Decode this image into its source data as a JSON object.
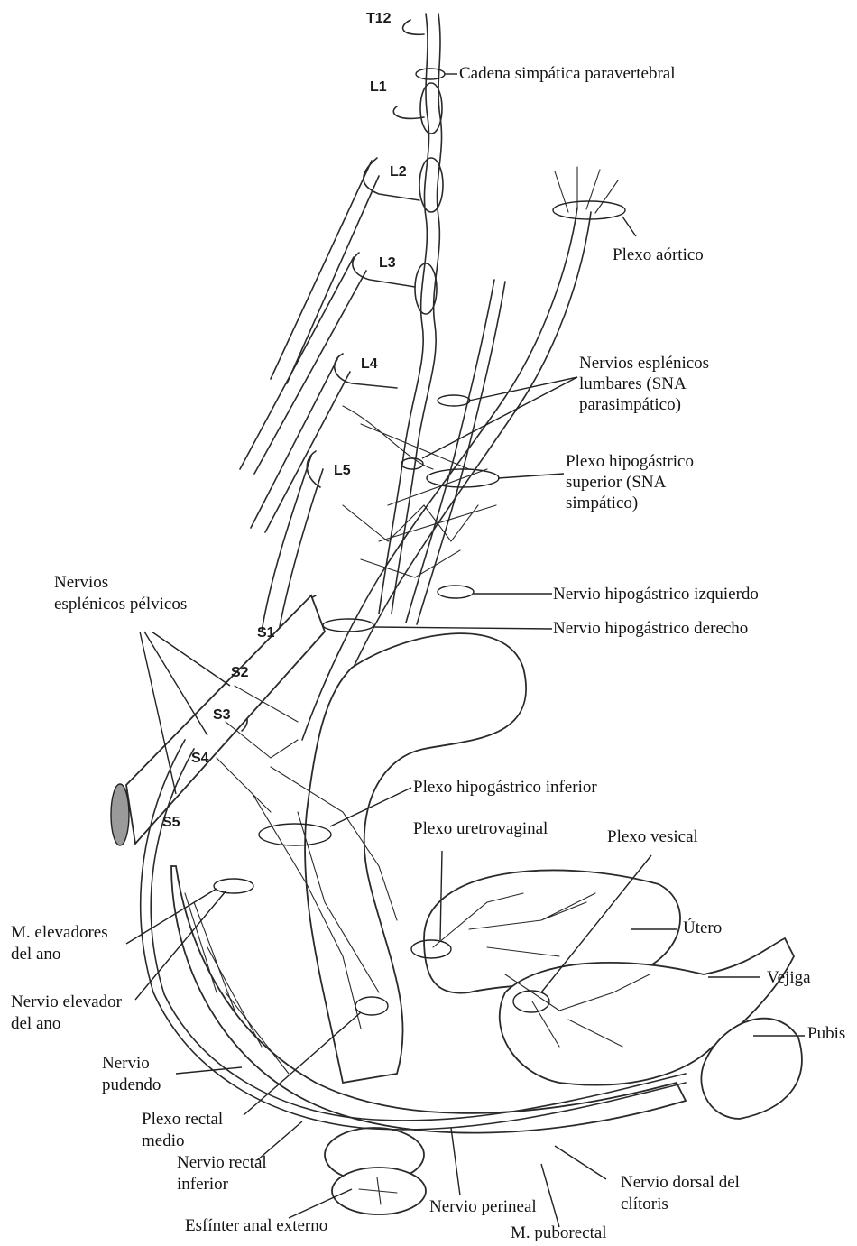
{
  "segments": {
    "t12": "T12",
    "l1": "L1",
    "l2": "L2",
    "l3": "L3",
    "l4": "L4",
    "l5": "L5",
    "s1": "S1",
    "s2": "S2",
    "s3": "S3",
    "s4": "S4",
    "s5": "S5"
  },
  "labels": {
    "cadena": "Cadena simpática paravertebral",
    "plexo_aortico": "Plexo aórtico",
    "esplenicos_lumbares": [
      "Nervios esplénicos",
      "lumbares (SNA",
      "parasimpático)"
    ],
    "hipogastrico_superior": [
      "Plexo hipogástrico",
      "superior (SNA",
      "simpático)"
    ],
    "esplenicos_pelvicos": [
      "Nervios",
      "esplénicos pélvicos"
    ],
    "hipogastrico_izquierdo": "Nervio hipogástrico izquierdo",
    "hipogastrico_derecho": "Nervio hipogástrico derecho",
    "hipogastrico_inferior": "Plexo hipogástrico inferior",
    "uretrovaginal": "Plexo uretrovaginal",
    "vesical": "Plexo vesical",
    "utero": "Útero",
    "vejiga": "Vejiga",
    "pubis": "Pubis",
    "elevadores": [
      "M. elevadores",
      "del ano"
    ],
    "nervio_elevador": [
      "Nervio elevador",
      "del ano"
    ],
    "pudendo": [
      "Nervio",
      "pudendo"
    ],
    "rectal_medio": [
      "Plexo rectal",
      "medio"
    ],
    "rectal_inferior": [
      "Nervio rectal",
      "inferior"
    ],
    "esfinter": "Esfínter anal externo",
    "perineal": "Nervio perineal",
    "puborectal": "M. puborectal",
    "dorsal_clitoris": [
      "Nervio dorsal del",
      "clítoris"
    ]
  }
}
